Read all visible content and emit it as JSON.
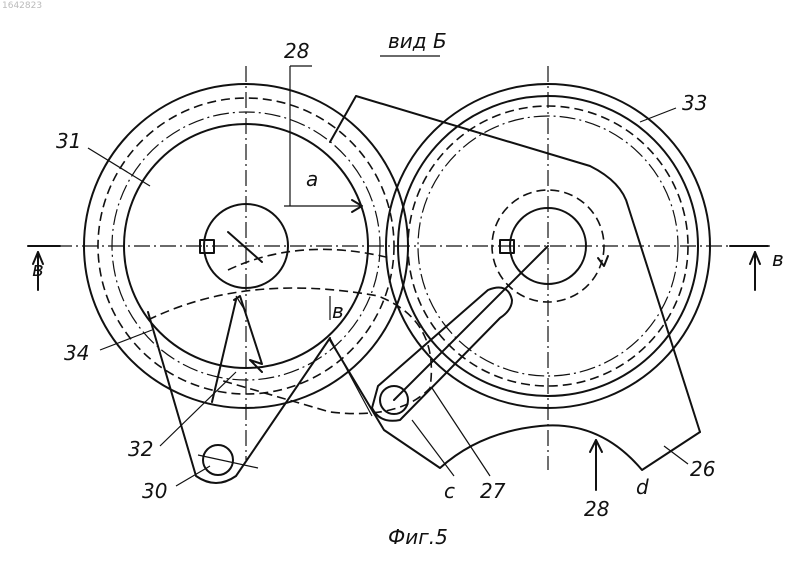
{
  "header": {
    "view_title": "вид Б",
    "serial": "1642823"
  },
  "labels": {
    "l28_top": "28",
    "l31": "31",
    "l33": "33",
    "la": "a",
    "lB_left": "в",
    "lB_right": "в",
    "lB_mid": "в",
    "l34": "34",
    "l32": "32",
    "l30": "30",
    "lc": "c",
    "l27": "27",
    "l28_bottom": "28",
    "ld": "d",
    "l26": "26"
  },
  "caption": "Фиг.5"
}
